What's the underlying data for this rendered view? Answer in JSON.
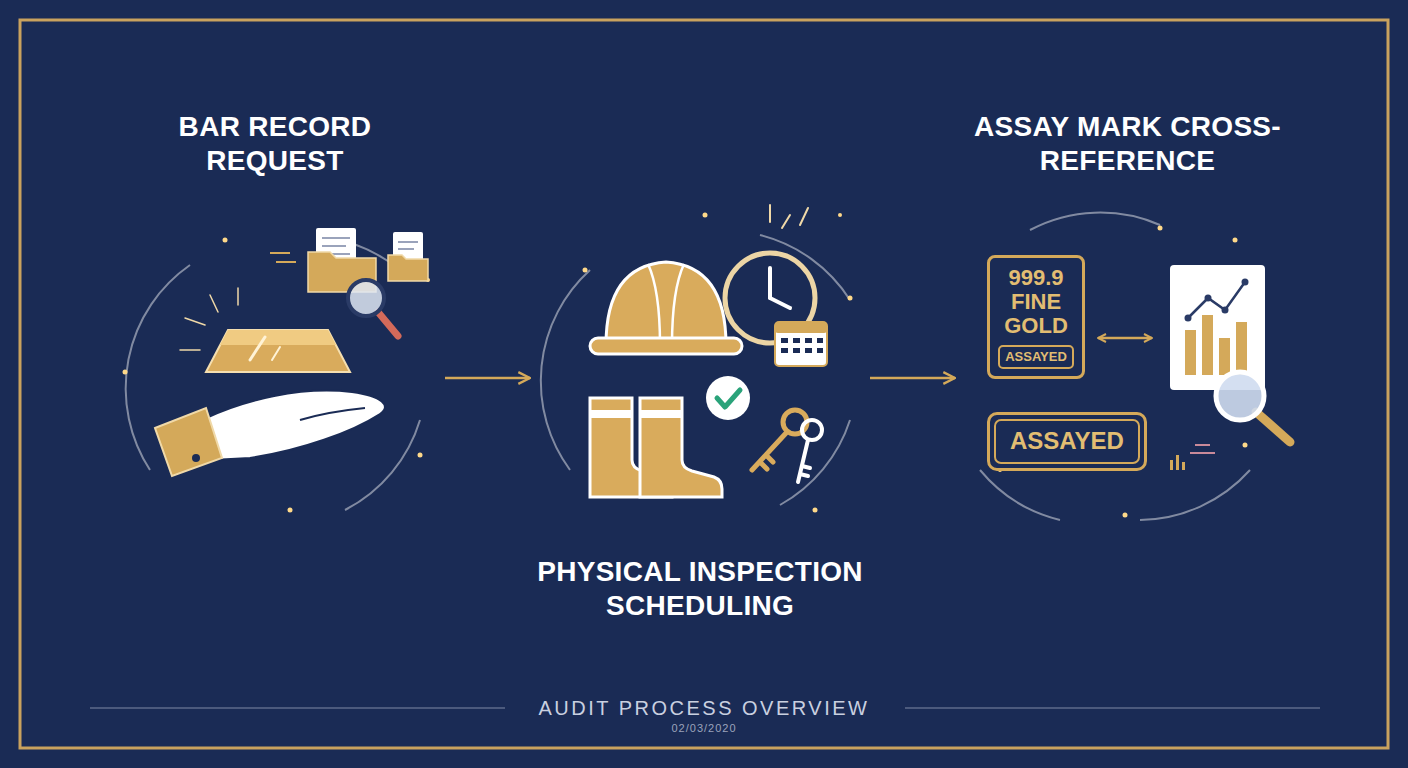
{
  "diagram": {
    "caption": "AUDIT PROCESS OVERVIEW",
    "nodes": [
      {
        "text": [
          "BAR RECORD REQUEST"
        ]
      },
      {
        "text": [
          "PHYSICAL INSPECTION SCHEDULING"
        ]
      },
      {
        "text": [
          "ASSAY MARK CROSS-REFERENCE"
        ]
      },
      {
        "text": [
          "999.9 FINE GOLD"
        ],
        "in": 2
      },
      {
        "text": [
          "ASSAYED"
        ],
        "in": 3
      },
      {
        "text": [
          "ASSAYED"
        ],
        "in": 2
      }
    ],
    "edges": [
      {
        "from": 0,
        "to": 1,
        "arrow": "to"
      },
      {
        "from": 1,
        "to": 2,
        "arrow": "to"
      }
    ],
    "labels": [
      "02/03/2020"
    ]
  }
}
